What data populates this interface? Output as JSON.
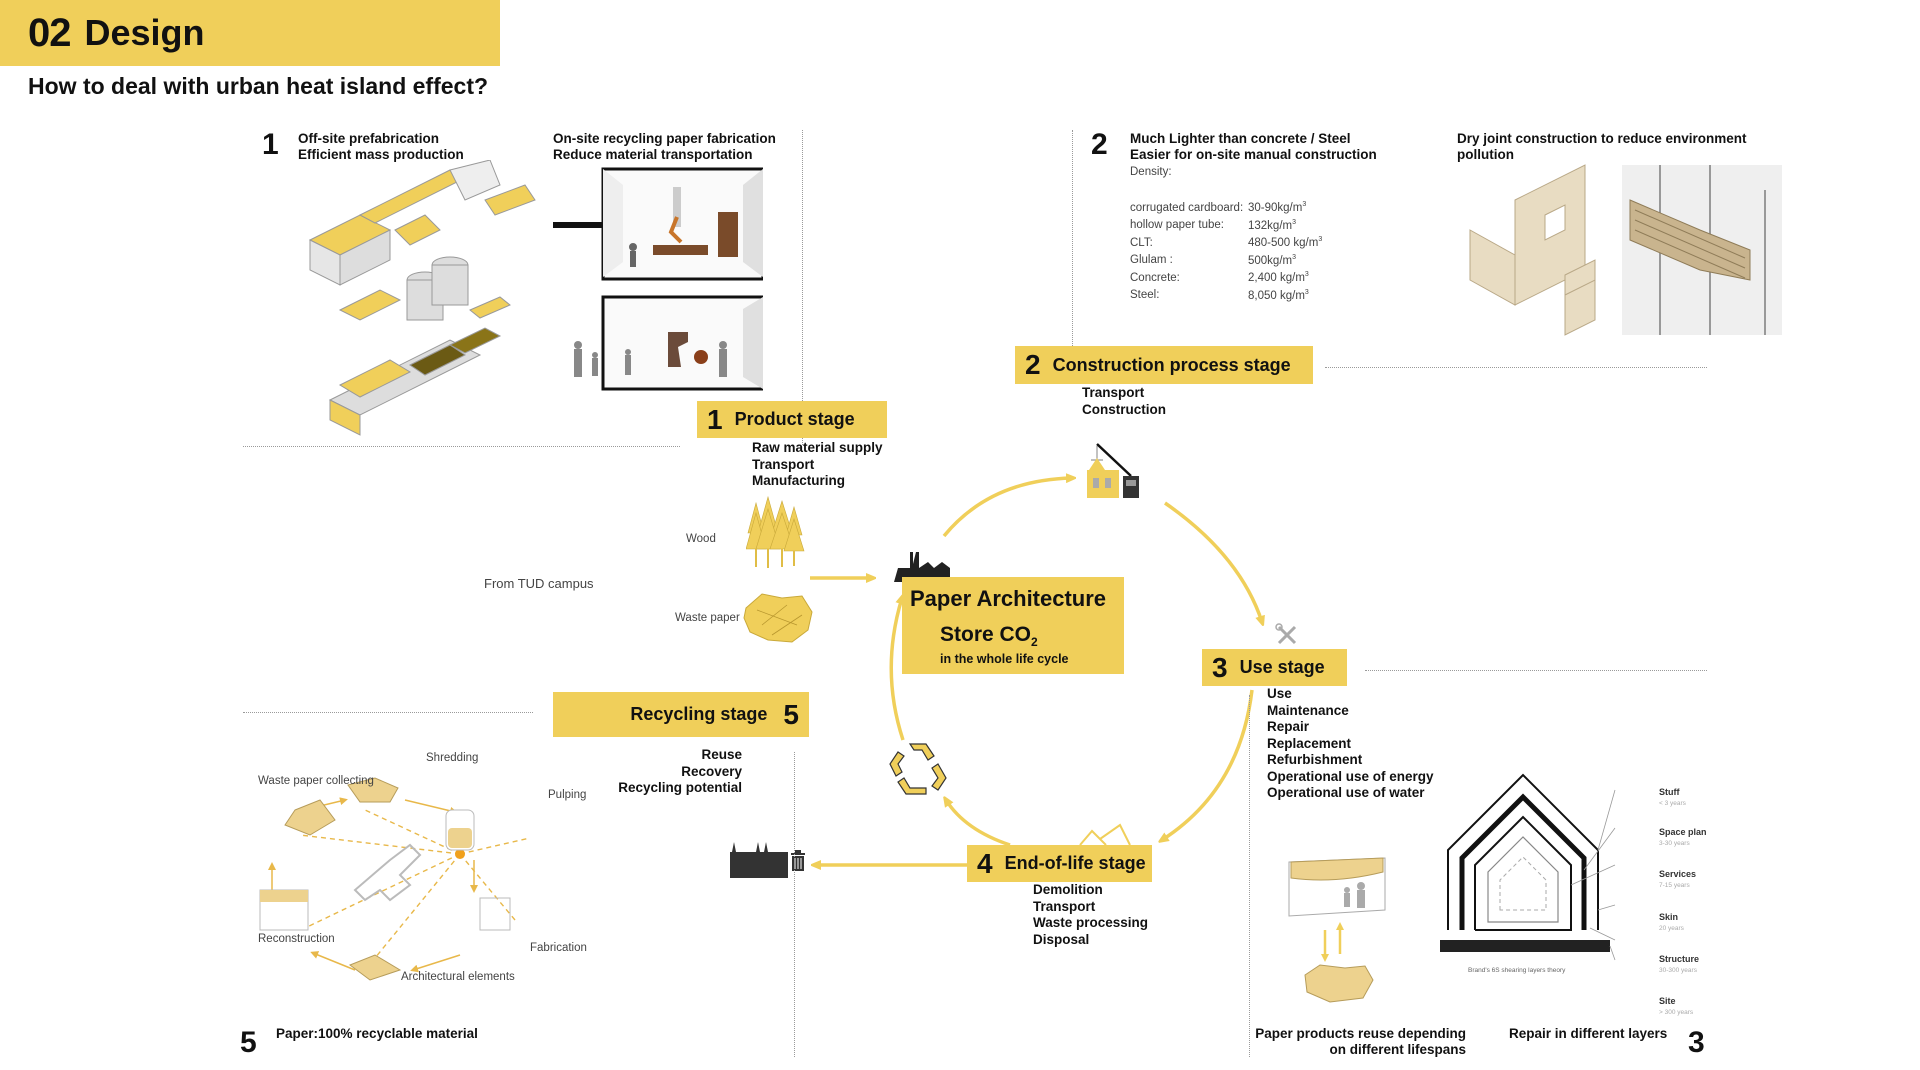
{
  "header": {
    "number": "02",
    "title": "Design",
    "subtitle": "How to deal with urban heat island effect?"
  },
  "colors": {
    "accent": "#f0cf5a",
    "text": "#111111",
    "muted": "#444444",
    "dark_icon": "#333333"
  },
  "section1": {
    "number": "1",
    "left_lines": [
      "Off-site prefabrication",
      "Efficient mass production"
    ],
    "right_lines": [
      "On-site recycling paper fabrication",
      "Reduce material transportation"
    ]
  },
  "section2": {
    "number": "2",
    "lines": [
      "Much Lighter than concrete / Steel",
      "Easier for on-site manual construction"
    ],
    "density_label": "Density:",
    "density": [
      {
        "material": "corrugated cardboard:",
        "value": "30-90kg/m",
        "unit_sup": "3"
      },
      {
        "material": "hollow paper tube:",
        "value": "132kg/m",
        "unit_sup": "3"
      },
      {
        "material": "CLT:",
        "value": "480-500 kg/m",
        "unit_sup": "3"
      },
      {
        "material": "Glulam :",
        "value": "500kg/m",
        "unit_sup": "3"
      },
      {
        "material": "Concrete:",
        "value": "2,400 kg/m",
        "unit_sup": "3"
      },
      {
        "material": "Steel:",
        "value": "8,050 kg/m",
        "unit_sup": "3"
      }
    ],
    "dry_joint_lines": [
      "Dry joint construction to reduce environment",
      "pollution"
    ]
  },
  "cycle": {
    "center": {
      "title": "Paper Architecture",
      "store": "Store CO",
      "store_sub": "2",
      "caption": "in the whole life cycle"
    },
    "stages": [
      {
        "number": "1",
        "title": "Product stage",
        "items": [
          "Raw material supply",
          "Transport",
          "Manufacturing"
        ],
        "icon": "factory-icon"
      },
      {
        "number": "2",
        "title": "Construction process stage",
        "items": [
          "Transport",
          "Construction"
        ],
        "icon": "crane-house-icon"
      },
      {
        "number": "3",
        "title": "Use stage",
        "items": [
          "Use",
          "Maintenance",
          "Repair",
          "Replacement",
          "Refurbishment",
          "Operational use of energy",
          "Operational use of water"
        ],
        "icon": "tools-icon"
      },
      {
        "number": "4",
        "title": "End-of-life stage",
        "items": [
          "Demolition",
          "Transport",
          "Waste processing",
          "Disposal"
        ],
        "icon": "demolished-roof-icon"
      },
      {
        "number": "5",
        "title": "Recycling stage",
        "items": [
          "Reuse",
          "Recovery",
          "Recycling potential"
        ],
        "icon": "recycle-icon"
      }
    ],
    "inputs": {
      "source": "From TUD campus",
      "wood": "Wood",
      "waste_paper": "Waste paper"
    }
  },
  "recycling_diagram": {
    "nodes": [
      "Waste paper collecting",
      "Shredding",
      "Pulping",
      "Fabrication",
      "Architectural elements",
      "Reconstruction"
    ],
    "footer_number": "5",
    "footer": "Paper:100% recyclable material"
  },
  "use_section": {
    "reuse_caption": [
      "Paper products reuse depending",
      "on different lifespans"
    ],
    "layers_caption": "Repair in different layers",
    "number": "3",
    "theory": "Brand's 6S shearing layers theory",
    "layers": [
      {
        "name": "Stuff",
        "span": "< 3 years"
      },
      {
        "name": "Space plan",
        "span": "3-30 years"
      },
      {
        "name": "Services",
        "span": "7-15 years"
      },
      {
        "name": "Skin",
        "span": "20 years"
      },
      {
        "name": "Structure",
        "span": "30-300 years"
      },
      {
        "name": "Site",
        "span": "> 300 years"
      }
    ]
  }
}
